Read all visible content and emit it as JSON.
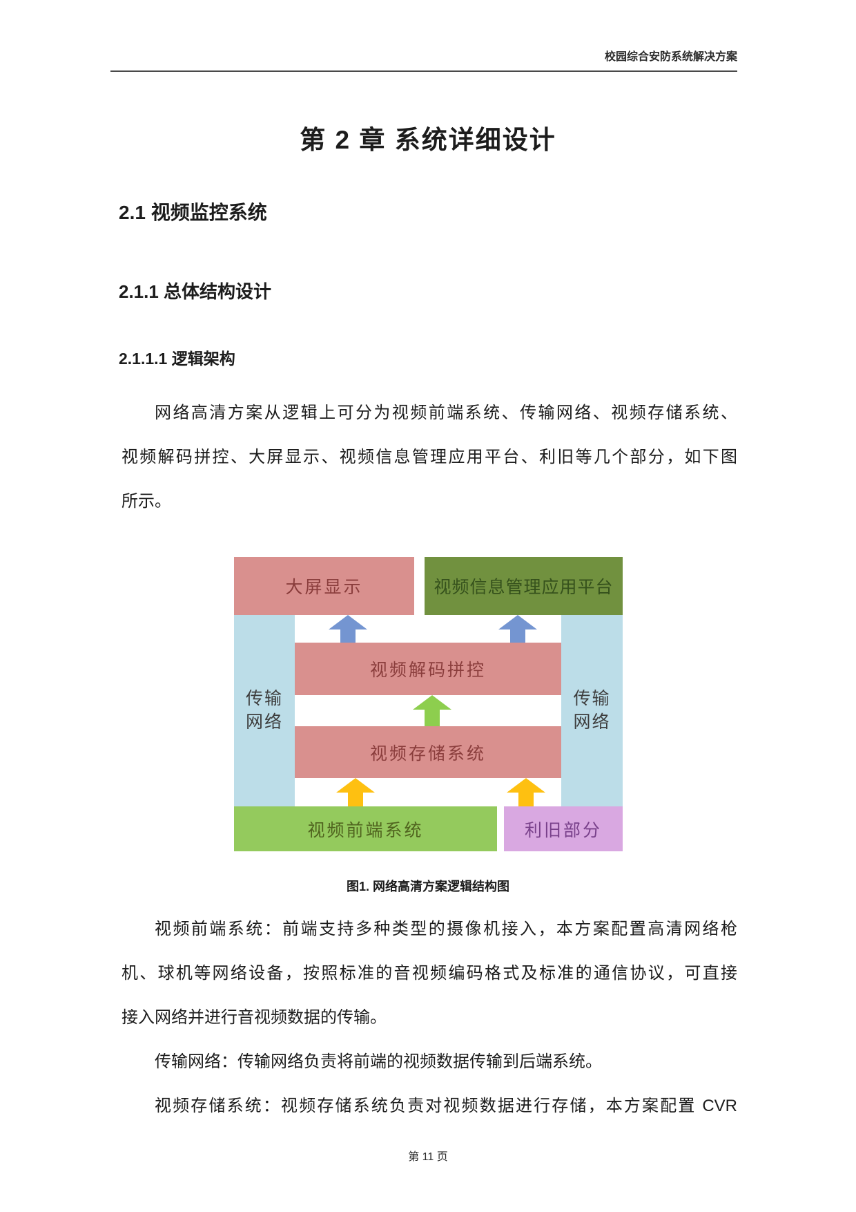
{
  "header": {
    "doc_title": "校园综合安防系统解决方案"
  },
  "headings": {
    "chapter": "第 2 章 系统详细设计",
    "section": "2.1 视频监控系统",
    "subsection": "2.1.1 总体结构设计",
    "subsubsection": "2.1.1.1 逻辑架构"
  },
  "body": {
    "p1": {
      "lines": [
        "网络高清方案从逻辑上可分为视频前端系统、传输网络、视频存储系统、",
        "视频解码拼控、大屏显示、视频信息管理应用平台、利旧等几个部分，如下图",
        "所示。"
      ]
    },
    "p2": {
      "lines": [
        "视频前端系统：前端支持多种类型的摄像机接入，本方案配置高清网络枪",
        "机、球机等网络设备，按照标准的音视频编码格式及标准的通信协议，可直接",
        "接入网络并进行音视频数据的传输。"
      ]
    },
    "p3": {
      "lines": [
        "传输网络：传输网络负责将前端的视频数据传输到后端系统。"
      ]
    },
    "p4": {
      "lines": [
        "视频存储系统：视频存储系统负责对视频数据进行存储，本方案配置 CVR"
      ]
    }
  },
  "figure": {
    "caption": "图1. 网络高清方案逻辑结构图",
    "boxes": {
      "screen": {
        "label": "大屏显示",
        "bg": "#d9908e",
        "fg": "#8a3d3c"
      },
      "platform": {
        "label": "视频信息管理应用平台",
        "bg": "#71913f",
        "fg": "#35511c"
      },
      "network_left": {
        "label": "传输网络",
        "bg": "#bcdde8",
        "fg": "#3d3d3d"
      },
      "network_right": {
        "label": "传输网络",
        "bg": "#bcdde8",
        "fg": "#3d3d3d"
      },
      "decode": {
        "label": "视频解码拼控",
        "bg": "#d9908e",
        "fg": "#8a3d3c"
      },
      "storage": {
        "label": "视频存储系统",
        "bg": "#d9908e",
        "fg": "#8a3d3c"
      },
      "frontend": {
        "label": "视频前端系统",
        "bg": "#94ca5d",
        "fg": "#50641f"
      },
      "legacy": {
        "label": "利旧部分",
        "bg": "#d9a8e1",
        "fg": "#79418b"
      }
    },
    "arrows": {
      "blue": {
        "color": "#7495d1"
      },
      "green": {
        "color": "#8dce4e"
      },
      "yellow": {
        "color": "#fec011"
      }
    }
  },
  "footer": {
    "page_label": "第 11 页"
  }
}
